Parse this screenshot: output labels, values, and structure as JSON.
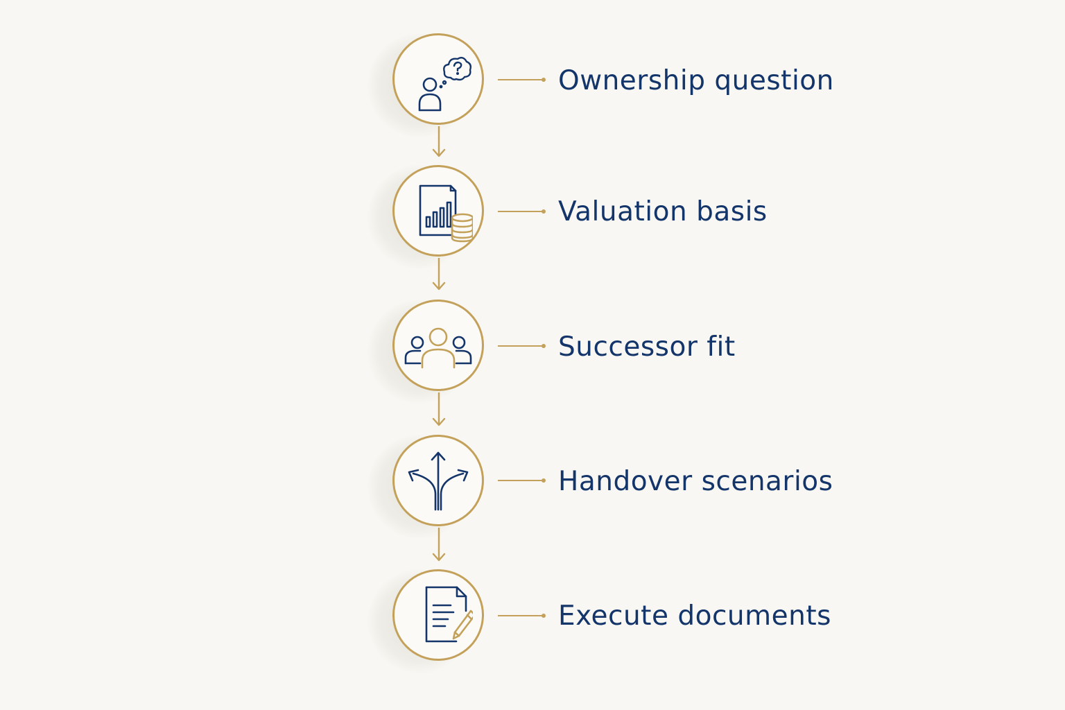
{
  "steps": [
    {
      "label": "Ownership question",
      "icon": "person-thought-question-icon"
    },
    {
      "label": "Valuation basis",
      "icon": "report-chart-coins-icon"
    },
    {
      "label": "Successor fit",
      "icon": "group-people-icon"
    },
    {
      "label": "Handover scenarios",
      "icon": "branching-arrows-icon"
    },
    {
      "label": "Execute documents",
      "icon": "document-pen-icon"
    }
  ],
  "colors": {
    "background": "#f8f7f3",
    "gold": "#c4a15a",
    "navy": "#14356a"
  }
}
